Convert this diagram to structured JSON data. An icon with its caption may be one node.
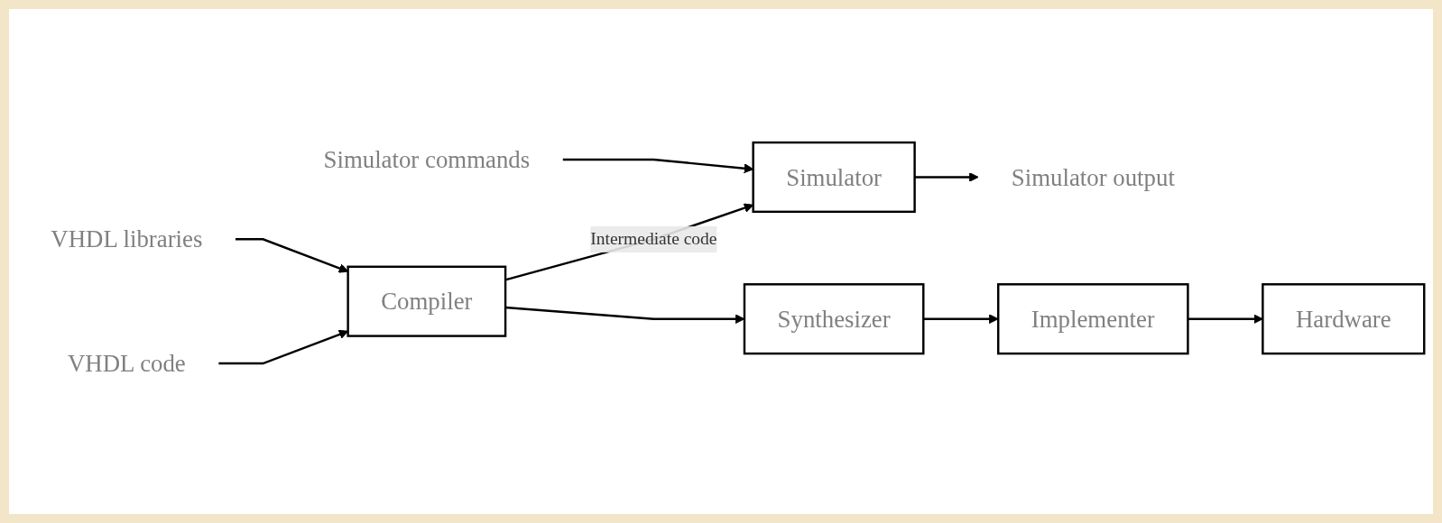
{
  "diagram": {
    "nodes": [
      {
        "text": [
          "VHDL libraries"
        ]
      },
      {
        "text": [
          "Simulator commands"
        ]
      },
      {
        "text": [
          "VHDL code"
        ]
      },
      {
        "text": [
          "Compiler"
        ]
      },
      {
        "text": [
          "Simulator"
        ]
      },
      {
        "text": [
          "Simulator output"
        ]
      },
      {
        "text": [
          "Synthesizer"
        ]
      },
      {
        "text": [
          "Implementer"
        ]
      },
      {
        "text": [
          "Hardware"
        ]
      }
    ],
    "edges": [
      {
        "from": 0,
        "to": 3,
        "arrow": "to"
      },
      {
        "from": 1,
        "to": 4,
        "arrow": "to"
      },
      {
        "from": 2,
        "to": 3,
        "arrow": "to"
      },
      {
        "from": 3,
        "to": 4,
        "arrow": "to",
        "label": "Intermediate code"
      },
      {
        "from": 4,
        "to": 5,
        "arrow": "to"
      },
      {
        "from": 3,
        "to": 6,
        "arrow": "to"
      },
      {
        "from": 6,
        "to": 7,
        "arrow": "to"
      },
      {
        "from": 7,
        "to": 8,
        "arrow": "to"
      }
    ]
  }
}
